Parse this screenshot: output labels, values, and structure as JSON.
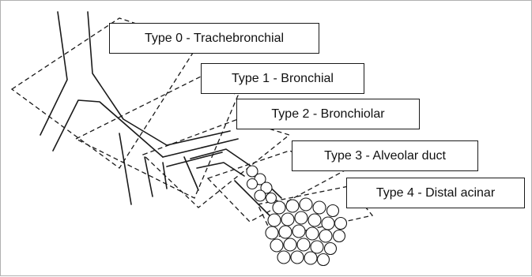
{
  "diagram": {
    "labels": [
      "Type 0 - Trachebronchial",
      "Type 1 - Bronchial",
      "Type 2 - Bronchiolar",
      "Type 3 - Alveolar duct",
      "Type 4 - Distal acinar"
    ]
  },
  "colors": {
    "line": "#1a1a1a",
    "border": "#b0b0b0",
    "background": "#ffffff"
  }
}
